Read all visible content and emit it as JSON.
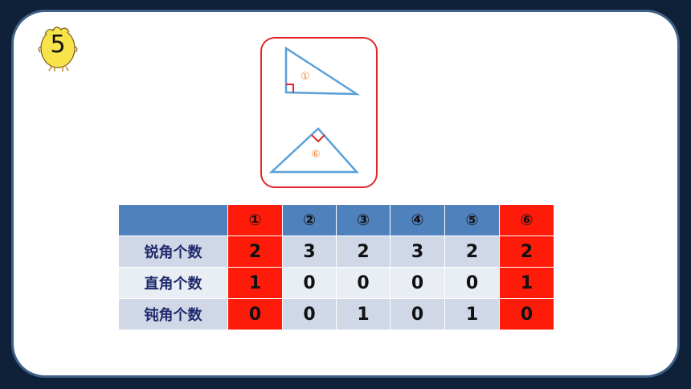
{
  "badge": {
    "number": "5"
  },
  "figures": [
    {
      "label": "①"
    },
    {
      "label": "⑥"
    }
  ],
  "table": {
    "corner": "",
    "headers": [
      "①",
      "②",
      "③",
      "④",
      "⑤",
      "⑥"
    ],
    "highlight_columns": [
      0,
      5
    ],
    "rows": [
      {
        "label": "锐角个数",
        "values": [
          "2",
          "3",
          "2",
          "3",
          "2",
          "2"
        ]
      },
      {
        "label": "直角个数",
        "values": [
          "1",
          "0",
          "0",
          "0",
          "0",
          "1"
        ]
      },
      {
        "label": "钝角个数",
        "values": [
          "0",
          "0",
          "1",
          "0",
          "1",
          "0"
        ]
      }
    ]
  },
  "colors": {
    "background": "#0f2138",
    "slide_border": "#3f6188",
    "header_blue": "#4f81bd",
    "highlight_red": "#ff1b0a",
    "row_light": "#d0d8e8",
    "triangle_line": "#5aa0d8",
    "right_angle_mark": "#e0262a",
    "number_orange": "#f0883a"
  }
}
